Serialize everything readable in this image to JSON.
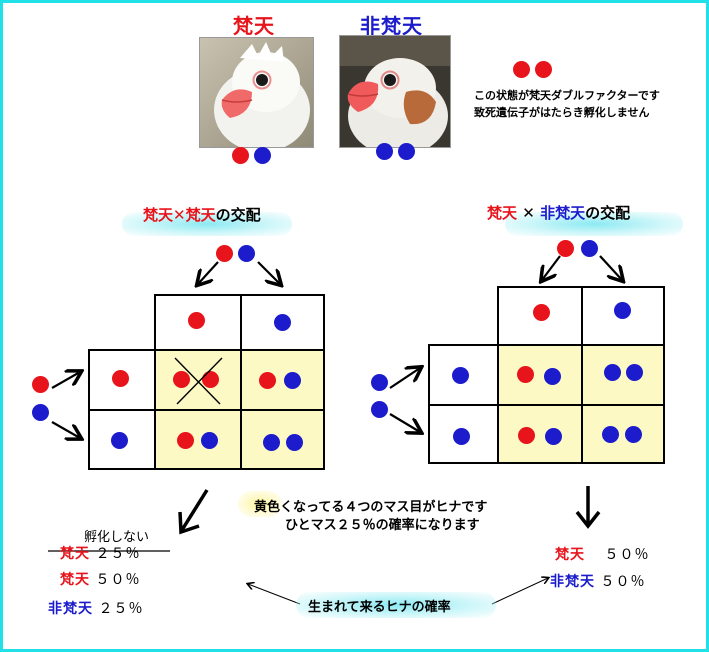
{
  "top": {
    "left_label": "梵天",
    "right_label": "非梵天",
    "note_line1": "この状態が梵天ダブルファクターです",
    "note_line2": "致死遺伝子がはたらき孵化しません"
  },
  "left_cross": {
    "heading_a": "梵天",
    "heading_x": "✕",
    "heading_b": "梵天",
    "heading_c": "の交配",
    "result_header": "孵化しない",
    "results": [
      {
        "name": "梵天",
        "pct": "２５％",
        "struck": true
      },
      {
        "name": "梵天",
        "pct": "５０％",
        "struck": false
      },
      {
        "name": "非梵天",
        "pct": "２５％",
        "struck": false
      }
    ]
  },
  "right_cross": {
    "heading_a": "梵天",
    "heading_x": "✕",
    "heading_b": "非梵天",
    "heading_c": "の交配",
    "results": [
      {
        "name": "梵天",
        "pct": "５０％"
      },
      {
        "name": "非梵天",
        "pct": "５０％"
      }
    ]
  },
  "center_note": {
    "line1": "黄色くなってる４つのマス目がヒナです",
    "line2": "ひとマス２５％の確率になります"
  },
  "bottom_caption": "生まれて来るヒナの確率",
  "colors": {
    "red": "#e8141b",
    "blue": "#1c1ccc",
    "yellow_cell": "#fdf9c5",
    "frame": "#22e0e8"
  },
  "icons": {
    "photo_left": "white-java-sparrow-photo",
    "photo_right": "java-sparrow-photo"
  }
}
